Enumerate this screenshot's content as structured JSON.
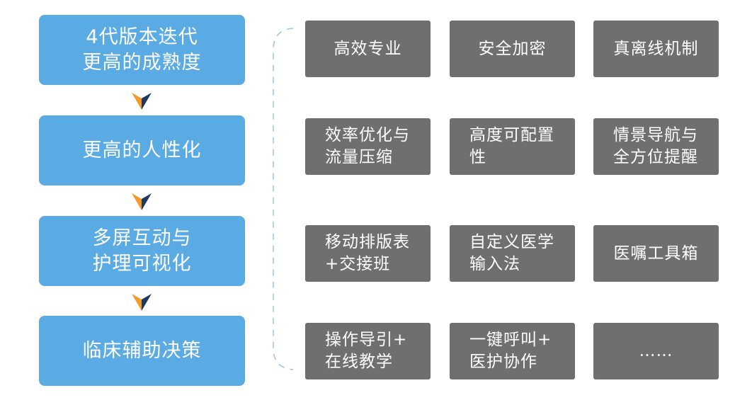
{
  "stages": [
    {
      "label": "4代版本迭代\n更高的成熟度"
    },
    {
      "label": "更高的人性化"
    },
    {
      "label": "多屏互动与\n护理可视化"
    },
    {
      "label": "临床辅助决策"
    }
  ],
  "features": [
    {
      "label": "高效专业"
    },
    {
      "label": "安全加密"
    },
    {
      "label": "真离线机制"
    },
    {
      "label": "效率优化与\n流量压缩"
    },
    {
      "label": "高度可配置\n性"
    },
    {
      "label": "情景导航与\n全方位提醒"
    },
    {
      "label": "移动排版表\n+交接班"
    },
    {
      "label": "自定义医学\n输入法"
    },
    {
      "label": "医嘱工具箱"
    },
    {
      "label": "操作导引+\n在线教学"
    },
    {
      "label": "一键呼叫+\n医护协作"
    },
    {
      "label": "……"
    }
  ],
  "colors": {
    "stage_box": "#5aaae4",
    "feature_box": "#6f6f6f",
    "arrow_orange": "#f29a2e",
    "arrow_navy": "#1f3a5f",
    "bracket": "#9cc3e4"
  }
}
